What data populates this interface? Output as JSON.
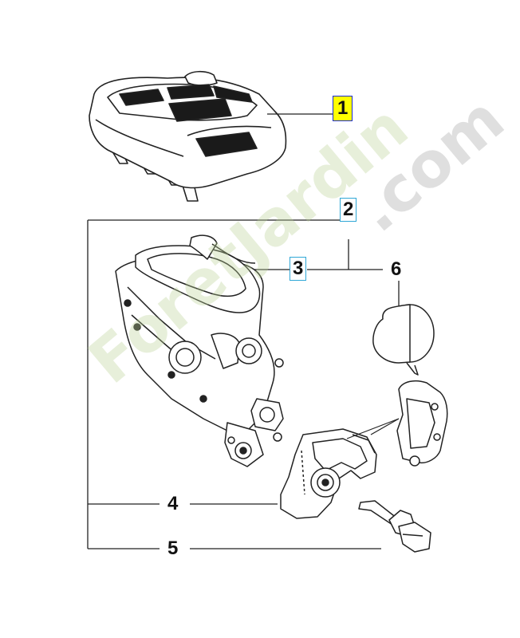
{
  "callouts": {
    "c1": "1",
    "c2": "2",
    "c3": "3",
    "c4": "4",
    "c5": "5",
    "c6": "6"
  },
  "watermark": {
    "text_main": "ForetJardin",
    "text_domain": ".com"
  },
  "colors": {
    "highlight_yellow": "#ffff00",
    "box_blue": "#1a2ad8",
    "box_cyan": "#2fa7d6",
    "watermark_green": "#b9d296",
    "watermark_grey": "#b8b8b8",
    "line": "#222222"
  }
}
